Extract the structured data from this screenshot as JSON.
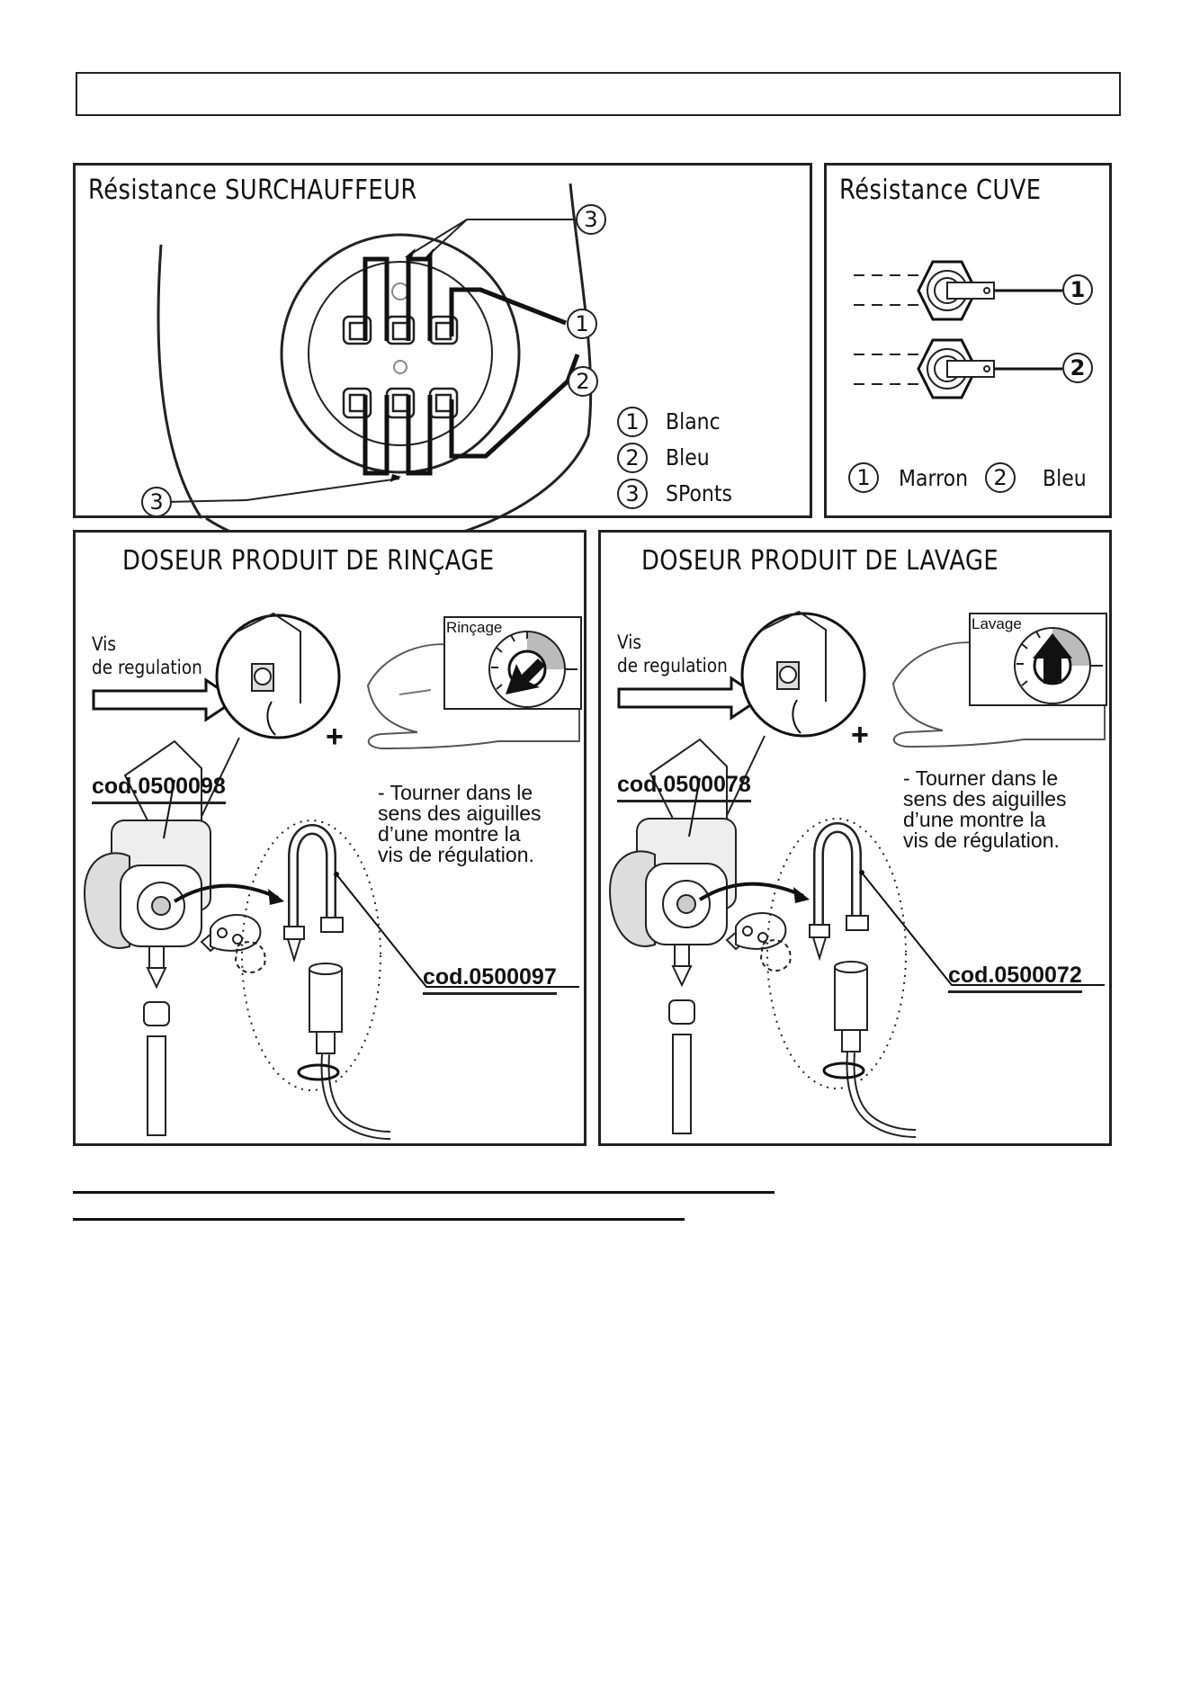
{
  "surchauffeur": {
    "title": "Résistance  SURCHAUFFEUR",
    "callouts": [
      "3",
      "1",
      "2",
      "3"
    ],
    "legend": [
      {
        "num": "1",
        "label": "Blanc"
      },
      {
        "num": "2",
        "label": "Bleu"
      },
      {
        "num": "3",
        "label": "SPonts"
      }
    ]
  },
  "cuve": {
    "title": "Résistance  CUVE",
    "callouts": [
      "1",
      "2"
    ],
    "legend": [
      {
        "num": "1",
        "label": "Marron"
      },
      {
        "num": "2",
        "label": "Bleu"
      }
    ]
  },
  "rincage": {
    "title": "DOSEUR  PRODUIT  DE  RINÇAGE",
    "vis_line1": "Vis",
    "vis_line2": "de regulation",
    "dial_label": "Rinçage",
    "plus": "+",
    "code_main": "cod.0500098",
    "code_tube": "cod.0500097",
    "note": "- Tourner dans le\nsens des aiguilles\nd’une montre la\nvis de régulation."
  },
  "lavage": {
    "title": "DOSEUR  PRODUIT  DE  LAVAGE",
    "vis_line1": "Vis",
    "vis_line2": "de regulation",
    "dial_label": "Lavage",
    "plus": "+",
    "code_main": "cod.0500078",
    "code_tube": "cod.0500072",
    "note": "- Tourner dans le\nsens des aiguilles\nd’une montre la\nvis de régulation."
  }
}
